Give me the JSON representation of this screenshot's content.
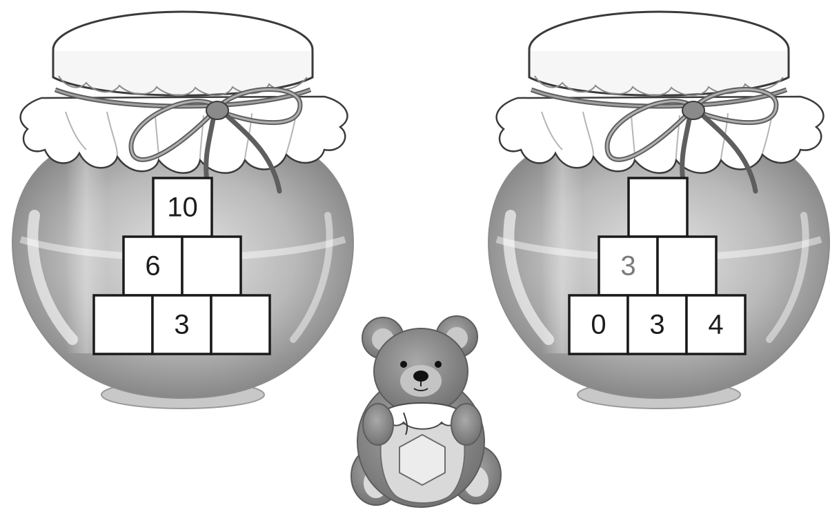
{
  "jars": [
    {
      "name": "left-jar",
      "pyramid": {
        "top": [
          "10"
        ],
        "middle": [
          "6",
          ""
        ],
        "bottom": [
          "",
          "3",
          ""
        ]
      },
      "gray_cells": []
    },
    {
      "name": "right-jar",
      "pyramid": {
        "top": [
          ""
        ],
        "middle": [
          "3",
          ""
        ],
        "bottom": [
          "0",
          "3",
          "4"
        ]
      },
      "gray_cells": [
        "middle.0"
      ]
    }
  ],
  "illustration": {
    "bear": "teddy-bear-holding-honey-jar",
    "colors": {
      "glass_dark": "#8a8a8a",
      "glass_light": "#d6d6d6",
      "cloth": "#ffffff",
      "twine": "#6e6e6e",
      "bear_fur": "#8f8f8f"
    }
  }
}
